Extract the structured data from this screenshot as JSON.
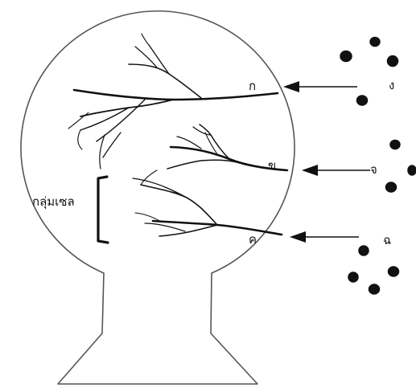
{
  "diagram": {
    "colors": {
      "ink": "#111111",
      "outline": "#555555",
      "background": "#ffffff"
    },
    "labels": {
      "site_a": "ก",
      "site_b": "ข",
      "site_c": "ค",
      "particles_top": "ง",
      "particles_mid": "จ",
      "particles_bottom": "ฉ",
      "cell_group": "กลุ่มเซล"
    }
  }
}
